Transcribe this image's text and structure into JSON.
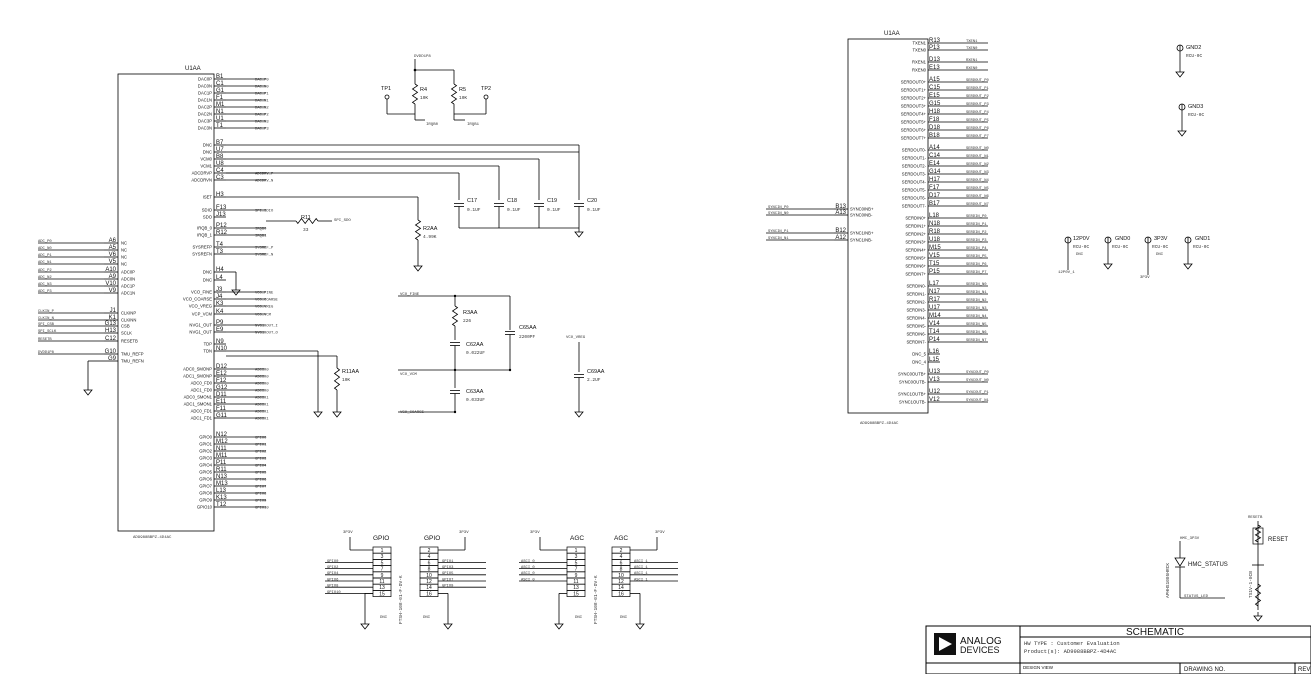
{
  "u1aa_left": {
    "ref": "U1AA",
    "part": "AD9988BBPZ-4D4AC",
    "pins_right": [
      {
        "num": "B1",
        "name": "DAC0P",
        "net": "DAC_P0"
      },
      {
        "num": "C1",
        "name": "DAC0N",
        "net": "DAC_N0"
      },
      {
        "num": "G1",
        "name": "DAC1P",
        "net": "DAC_P1"
      },
      {
        "num": "F1",
        "name": "DAC1N",
        "net": "DAC_N1"
      },
      {
        "num": "M1",
        "name": "DAC2P",
        "net": "DAC_N2"
      },
      {
        "num": "N1",
        "name": "DAC2N",
        "net": "DAC_P2"
      },
      {
        "num": "U1",
        "name": "DAC3P",
        "net": "DAC_N3"
      },
      {
        "num": "T1",
        "name": "DAC3N",
        "net": "DAC_P3"
      },
      {
        "num": "B7",
        "name": "DNC",
        "net": ""
      },
      {
        "num": "U7",
        "name": "DNC",
        "net": ""
      },
      {
        "num": "B8",
        "name": "VCM0",
        "net": ""
      },
      {
        "num": "U8",
        "name": "VCM1",
        "net": ""
      },
      {
        "num": "C4",
        "name": "ADCDRVP",
        "net": "ADCDRV_P"
      },
      {
        "num": "C3",
        "name": "ADCDRVN",
        "net": "ADCDRV_N"
      },
      {
        "num": "H3",
        "name": "ISET",
        "net": ""
      },
      {
        "num": "F13",
        "name": "SDIO",
        "net": "SPI_SDIO"
      },
      {
        "num": "J13",
        "name": "SDO",
        "net": ""
      },
      {
        "num": "P12",
        "name": "IRQB_0",
        "net": "IRQB0"
      },
      {
        "num": "R12",
        "name": "IRQB_1",
        "net": "IRQB1"
      },
      {
        "num": "T4",
        "name": "SYSREFP",
        "net": "SYSREF_P"
      },
      {
        "num": "T3",
        "name": "SYSREFN",
        "net": "SYSREF_N"
      },
      {
        "num": "H4",
        "name": "DNC",
        "net": ""
      },
      {
        "num": "L4",
        "name": "DNC",
        "net": ""
      },
      {
        "num": "J3",
        "name": "VCO_FINE",
        "net": "VCO_FINE"
      },
      {
        "num": "J4",
        "name": "VCO_COARSE",
        "net": "VCO_COARSE"
      },
      {
        "num": "K3",
        "name": "VCO_VREG",
        "net": "VCO_VREG"
      },
      {
        "num": "K4",
        "name": "VCP_VCM",
        "net": "VCO_VCM"
      },
      {
        "num": "P9",
        "name": "NVG1_OUT",
        "net": "NVG1_OUT_I"
      },
      {
        "num": "E9",
        "name": "NVG1_OUT",
        "net": "NVG1_OUT_O"
      },
      {
        "num": "N9",
        "name": "TDP",
        "net": ""
      },
      {
        "num": "N10",
        "name": "TDN",
        "net": ""
      },
      {
        "num": "D12",
        "name": "ADC0_SMONP",
        "net": "ASCI_0"
      },
      {
        "num": "E12",
        "name": "ADC1_SMONP",
        "net": "ASCI_0"
      },
      {
        "num": "F12",
        "name": "ADC0_FD0",
        "net": "ASCI_0"
      },
      {
        "num": "G12",
        "name": "ADC1_FD0",
        "net": "ASCI_0"
      },
      {
        "num": "D11",
        "name": "ADC0_SMON1",
        "net": "ASCI_1"
      },
      {
        "num": "E11",
        "name": "ADC1_SMON1",
        "net": "ASCI_1"
      },
      {
        "num": "F11",
        "name": "ADC0_FD1",
        "net": "ASCI_1"
      },
      {
        "num": "G11",
        "name": "ADC1_FD1",
        "net": "ASCI_1"
      },
      {
        "num": "N12",
        "name": "GPIO0",
        "net": "GPIO0"
      },
      {
        "num": "M12",
        "name": "GPIO1",
        "net": "GPIO1"
      },
      {
        "num": "N11",
        "name": "GPIO2",
        "net": "GPIO2"
      },
      {
        "num": "M11",
        "name": "GPIO3",
        "net": "GPIO3"
      },
      {
        "num": "P11",
        "name": "GPIO4",
        "net": "GPIO4"
      },
      {
        "num": "R11",
        "name": "GPIO5",
        "net": "GPIO5"
      },
      {
        "num": "N13",
        "name": "GPIO6",
        "net": "GPIO6"
      },
      {
        "num": "M13",
        "name": "GPIO7",
        "net": "GPIO7"
      },
      {
        "num": "L13",
        "name": "GPIO8",
        "net": "GPIO8"
      },
      {
        "num": "K13",
        "name": "GPIO9",
        "net": "GPIO9"
      },
      {
        "num": "T12",
        "name": "GPIO10",
        "net": "GPIO10"
      }
    ],
    "pins_left": [
      {
        "num": "A6",
        "name": "NC",
        "net": "ADC_P0"
      },
      {
        "num": "A5",
        "name": "NC",
        "net": "ADC_N0"
      },
      {
        "num": "V6",
        "name": "NC",
        "net": "ADC_P1"
      },
      {
        "num": "V5",
        "name": "NC",
        "net": "ADC_N1"
      },
      {
        "num": "A10",
        "name": "ADC0P",
        "net": "ADC_P2"
      },
      {
        "num": "A9",
        "name": "ADC0N",
        "net": "ADC_N2"
      },
      {
        "num": "V10",
        "name": "ADC1P",
        "net": "ADC_N3"
      },
      {
        "num": "V9",
        "name": "ADC1N",
        "net": "ADC_P3"
      },
      {
        "num": "J1",
        "name": "CLKINP",
        "net": "CLKIN_P"
      },
      {
        "num": "K1",
        "name": "CLKINN",
        "net": "CLKIN_N"
      },
      {
        "num": "G13",
        "name": "CSB",
        "net": "SPI_CSB"
      },
      {
        "num": "H13",
        "name": "SCLK",
        "net": "SPI_SCLK"
      },
      {
        "num": "C12",
        "name": "RESETB",
        "net": "RESETB"
      },
      {
        "num": "G10",
        "name": "TMU_REFP",
        "net": "DVDD1P8"
      },
      {
        "num": "G9",
        "name": "TMU_REFN",
        "net": ""
      }
    ]
  },
  "u1aa_right": {
    "ref": "U1AA",
    "part": "AD9988BBPZ-4D4AC",
    "pins_right": [
      {
        "num": "R13",
        "name": "TXEN1",
        "net": "TXEN1"
      },
      {
        "num": "P13",
        "name": "TXEN0",
        "net": "TXEN0"
      },
      {
        "num": "D13",
        "name": "RXEN1",
        "net": "RXEN1"
      },
      {
        "num": "E13",
        "name": "RXEN0",
        "net": "RXEN0"
      },
      {
        "num": "A15",
        "name": "SERDOUT0+",
        "net": "SERDOUT_P0"
      },
      {
        "num": "C15",
        "name": "SERDOUT1+",
        "net": "SERDOUT_P1"
      },
      {
        "num": "E15",
        "name": "SERDOUT2+",
        "net": "SERDOUT_P2"
      },
      {
        "num": "G15",
        "name": "SERDOUT3+",
        "net": "SERDOUT_P3"
      },
      {
        "num": "H18",
        "name": "SERDOUT4+",
        "net": "SERDOUT_P4"
      },
      {
        "num": "F18",
        "name": "SERDOUT5+",
        "net": "SERDOUT_P5"
      },
      {
        "num": "D18",
        "name": "SERDOUT6+",
        "net": "SERDOUT_P6"
      },
      {
        "num": "B18",
        "name": "SERDOUT7+",
        "net": "SERDOUT_P7"
      },
      {
        "num": "A14",
        "name": "SERDOUT0-",
        "net": "SERDOUT_N0"
      },
      {
        "num": "C14",
        "name": "SERDOUT1-",
        "net": "SERDOUT_N1"
      },
      {
        "num": "E14",
        "name": "SERDOUT2-",
        "net": "SERDOUT_N2"
      },
      {
        "num": "G14",
        "name": "SERDOUT3-",
        "net": "SERDOUT_N3"
      },
      {
        "num": "H17",
        "name": "SERDOUT4-",
        "net": "SERDOUT_N4"
      },
      {
        "num": "F17",
        "name": "SERDOUT5-",
        "net": "SERDOUT_N5"
      },
      {
        "num": "D17",
        "name": "SERDOUT6-",
        "net": "SERDOUT_N6"
      },
      {
        "num": "B17",
        "name": "SERDOUT7-",
        "net": "SERDOUT_N7"
      },
      {
        "num": "L18",
        "name": "SERDIN0+",
        "net": "SERDIN_P0"
      },
      {
        "num": "N18",
        "name": "SERDIN1+",
        "net": "SERDIN_P1"
      },
      {
        "num": "R18",
        "name": "SERDIN2+",
        "net": "SERDIN_P2"
      },
      {
        "num": "U18",
        "name": "SERDIN3+",
        "net": "SERDIN_P3"
      },
      {
        "num": "M15",
        "name": "SERDIN4+",
        "net": "SERDIN_P4"
      },
      {
        "num": "V15",
        "name": "SERDIN5+",
        "net": "SERDIN_P5"
      },
      {
        "num": "T15",
        "name": "SERDIN6+",
        "net": "SERDIN_P6"
      },
      {
        "num": "P15",
        "name": "SERDIN7+",
        "net": "SERDIN_P7"
      },
      {
        "num": "L17",
        "name": "SERDIN0-",
        "net": "SERDIN_N0"
      },
      {
        "num": "N17",
        "name": "SERDIN1-",
        "net": "SERDIN_N1"
      },
      {
        "num": "R17",
        "name": "SERDIN2-",
        "net": "SERDIN_N2"
      },
      {
        "num": "U17",
        "name": "SERDIN3-",
        "net": "SERDIN_N3"
      },
      {
        "num": "M14",
        "name": "SERDIN4-",
        "net": "SERDIN_N4"
      },
      {
        "num": "V14",
        "name": "SERDIN5-",
        "net": "SERDIN_N5"
      },
      {
        "num": "T14",
        "name": "SERDIN6-",
        "net": "SERDIN_N6"
      },
      {
        "num": "P14",
        "name": "SERDIN7-",
        "net": "SERDIN_N7"
      },
      {
        "num": "L16",
        "name": "DNC_5",
        "net": ""
      },
      {
        "num": "L15",
        "name": "DNC_4",
        "net": ""
      },
      {
        "num": "U13",
        "name": "SYNC0OUTB+",
        "net": "SYNCOUT_P0"
      },
      {
        "num": "V13",
        "name": "SYNC0OUTB-",
        "net": "SYNCOUT_N0"
      },
      {
        "num": "U12",
        "name": "SYNC1OUTB+",
        "net": "SYNCOUT_P1"
      },
      {
        "num": "V12",
        "name": "SYNC1OUTB-",
        "net": "SYNCOUT_N1"
      }
    ],
    "pins_left": [
      {
        "num": "B13",
        "name": "SYNC0INB+",
        "net": "SYNCIN_P0"
      },
      {
        "num": "A13",
        "name": "SYNC0INB-",
        "net": "SYNCIN_N0"
      },
      {
        "num": "B12",
        "name": "SYNC1INB+",
        "net": "SYNCIN_P1"
      },
      {
        "num": "A12",
        "name": "SYNC1INB-",
        "net": "SYNCIN_N1"
      }
    ]
  },
  "passives": {
    "r4": {
      "ref": "R4",
      "val": "10K"
    },
    "r5": {
      "ref": "R5",
      "val": "10K"
    },
    "tp1": "TP1",
    "tp2": "TP2",
    "r4_net": "DVDD1P8",
    "irqb0": "IRQB0",
    "irqb1": "IRQB1",
    "r11": {
      "ref": "R11",
      "val": "33",
      "net": "SPI_SDO"
    },
    "r2aa": {
      "ref": "R2AA",
      "val": "4.99K"
    },
    "caps": [
      {
        "ref": "C17",
        "val": "0.1UF"
      },
      {
        "ref": "C18",
        "val": "0.1UF"
      },
      {
        "ref": "C19",
        "val": "0.1UF"
      },
      {
        "ref": "C20",
        "val": "0.1UF"
      }
    ],
    "r3aa": {
      "ref": "R3AA",
      "val": "226"
    },
    "c62aa": {
      "ref": "C62AA",
      "val": "0.022UF"
    },
    "c63aa": {
      "ref": "C63AA",
      "val": "0.033UF"
    },
    "c65aa": {
      "ref": "C65AA",
      "val": "2200PF"
    },
    "c69aa": {
      "ref": "C69AA",
      "val": "2.2UF"
    },
    "vco_vreg": "VCO_VREG",
    "vco_fine": "VCO_FINE",
    "vco_vcm": "VCO_VCM",
    "vco_coarse": "VCO_COARSE",
    "r11aa": {
      "ref": "R11AA",
      "val": "10K"
    }
  },
  "power": {
    "gnd2": {
      "name": "GND2",
      "part": "RCU-0C"
    },
    "gnd3": {
      "name": "GND3",
      "part": "RCU-0C"
    },
    "p12v": {
      "name": "12P0V",
      "part": "RCU-0C",
      "dni": "DNI",
      "net": "12P0V_1"
    },
    "gnd0": {
      "name": "GND0",
      "part": "RCU-0C"
    },
    "p3v": {
      "name": "3P3V",
      "part": "RCU-0C",
      "dni": "DNI",
      "net": "3P3V"
    },
    "gnd1": {
      "name": "GND1",
      "part": "RCU-0C"
    }
  },
  "headers": {
    "gpio": {
      "title_a": "GPIO",
      "title_b": "GPIO",
      "supply_a": "3P3V",
      "supply_b": "3P3V",
      "odd": [
        "1",
        "3",
        "5",
        "7",
        "9",
        "11",
        "13",
        "15"
      ],
      "even": [
        "2",
        "4",
        "6",
        "8",
        "10",
        "12",
        "14",
        "16"
      ],
      "left_nets": [
        "GPIO0",
        "GPIO2",
        "GPIO4",
        "GPIO6",
        "GPIO8",
        "GPIO10"
      ],
      "right_nets": [
        "GPIO1",
        "GPIO3",
        "GPIO5",
        "GPIO7",
        "GPIO9"
      ],
      "dni": "DNI",
      "part": "FTSH-108-01-F-DV-K"
    },
    "agc": {
      "title_a": "AGC",
      "title_b": "AGC",
      "supply_a": "3P3V",
      "supply_b": "3P3V",
      "odd": [
        "1",
        "3",
        "5",
        "7",
        "9",
        "11",
        "13",
        "15"
      ],
      "even": [
        "2",
        "4",
        "6",
        "8",
        "10",
        "12",
        "14",
        "16"
      ],
      "left_nets": [
        "ASCI_0",
        "ASCI_0",
        "ASCI_0",
        "ASCI_0"
      ],
      "right_nets": [
        "ASCI_1",
        "ASCI_1",
        "ASCI_1",
        "ASCI_1"
      ],
      "dni": "DNI",
      "part": "FTSH-108-01-F-DV-K"
    }
  },
  "reset_block": {
    "resetb": "RESETB",
    "reset": "RESET",
    "hmc_status": "HMC_STATUS",
    "hmc_net": "HMC_3P3V",
    "status_led": "STATUS_LED",
    "led_part": "APHHS1005HRCK",
    "sw_part": "TS1V-1-0CB"
  },
  "title_block": {
    "logo_line1": "ANALOG",
    "logo_line2": "DEVICES",
    "title": "SCHEMATIC",
    "line1": "HW TYPE    : Customer Evaluation",
    "line2": "Product(s): AD9988BBPZ-4D4AC",
    "design_view": "DESIGN VIEW",
    "drawing_no": "DRAWING NO.",
    "rev": "REV"
  }
}
